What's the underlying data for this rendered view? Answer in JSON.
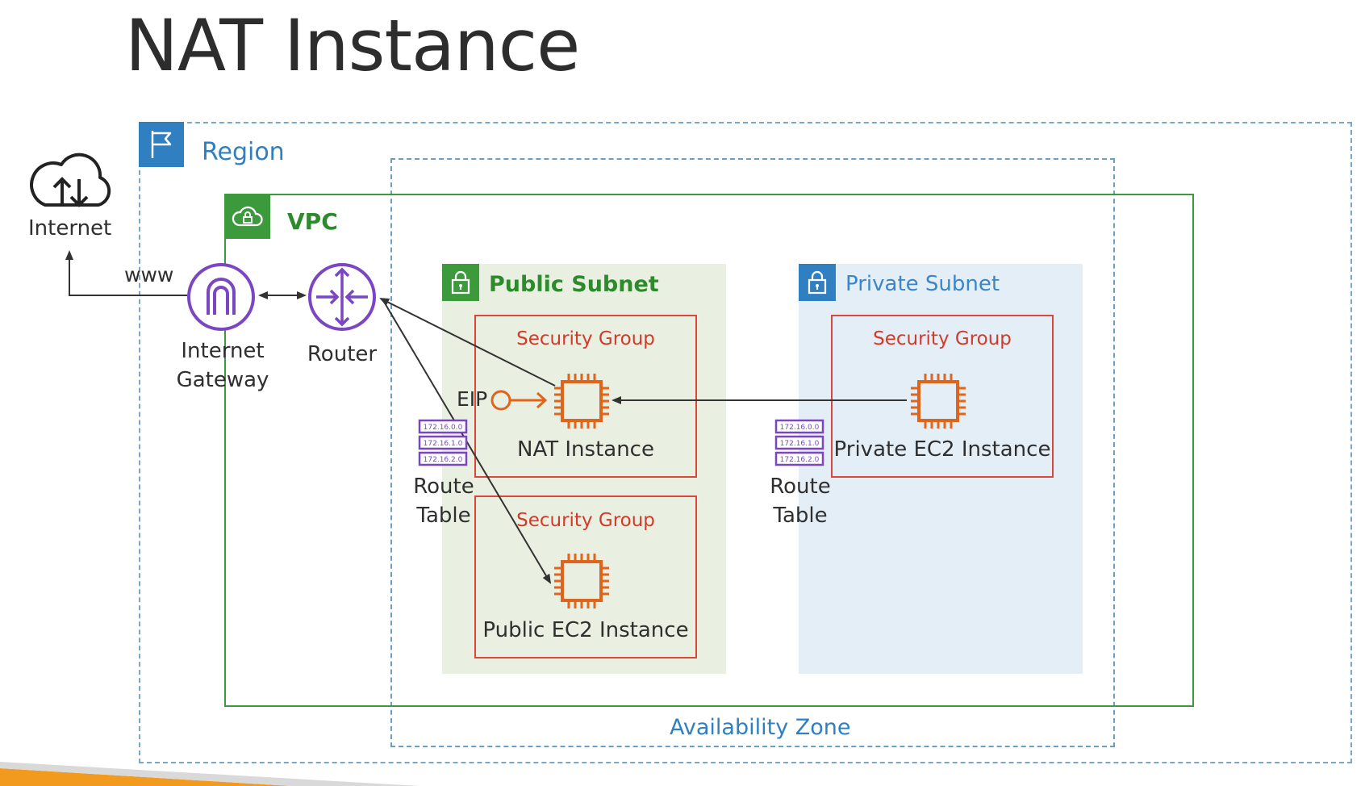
{
  "title": "NAT Instance",
  "region": {
    "label": "Region"
  },
  "vpc": {
    "label": "VPC"
  },
  "availability_zone": {
    "label": "Availability Zone"
  },
  "internet": {
    "label": "Internet",
    "link_label": "www"
  },
  "internet_gateway": {
    "label_line1": "Internet",
    "label_line2": "Gateway"
  },
  "router": {
    "label": "Router"
  },
  "public_subnet": {
    "label": "Public Subnet",
    "route_table": {
      "label_line1": "Route",
      "label_line2": "Table",
      "entries": [
        "172.16.0.0",
        "172.16.1.0",
        "172.16.2.0"
      ]
    },
    "nat_group": {
      "label": "Security Group",
      "instance_label": "NAT Instance",
      "eip_label": "EIP"
    },
    "public_group": {
      "label": "Security Group",
      "instance_label": "Public EC2 Instance"
    }
  },
  "private_subnet": {
    "label": "Private Subnet",
    "route_table": {
      "label_line1": "Route",
      "label_line2": "Table",
      "entries": [
        "172.16.0.0",
        "172.16.1.0",
        "172.16.2.0"
      ]
    },
    "private_group": {
      "label": "Security Group",
      "instance_label": "Private EC2 Instance"
    }
  },
  "colors": {
    "region": "#2f7fc1",
    "vpc": "#3c9a3c",
    "security_group": "#d9473a",
    "instance": "#e0651c",
    "gateway": "#7a46c2"
  }
}
